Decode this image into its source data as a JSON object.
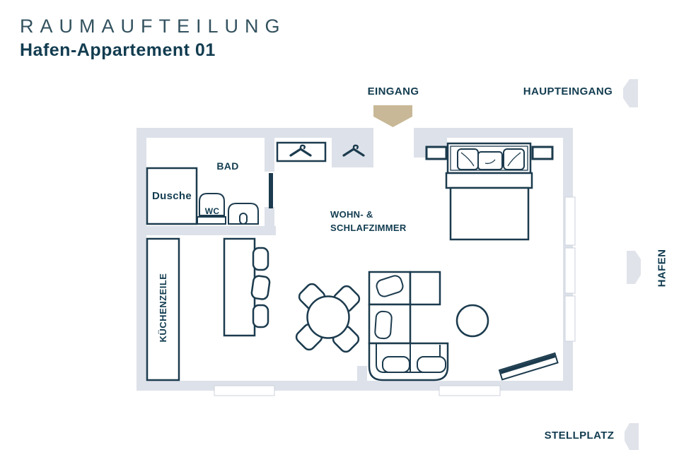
{
  "header": {
    "title": "RAUMAUFTEILUNG",
    "subtitle": "Hafen-Appartement 01"
  },
  "plan": {
    "rooms": {
      "bad": "BAD",
      "dusche": "Dusche",
      "wc": "WC",
      "kuechenzeile": "KÜCHENZEILE",
      "wohnzimmer_line1": "WOHN- &",
      "wohnzimmer_line2": "SCHLAFZIMMER"
    },
    "annotations": {
      "eingang": "EINGANG",
      "haupteingang": "HAUPTEINGANG",
      "hafen": "HAFEN",
      "stellplatz": "STELLPLATZ"
    }
  },
  "colors": {
    "wall": "#dde1e9",
    "line": "#1c3b4e",
    "text": "#123c50",
    "title": "#33525f",
    "entrance_arrow": "#c8b897",
    "direction_arrow": "#e0e3ea",
    "win_border": "#ccd2dd"
  }
}
